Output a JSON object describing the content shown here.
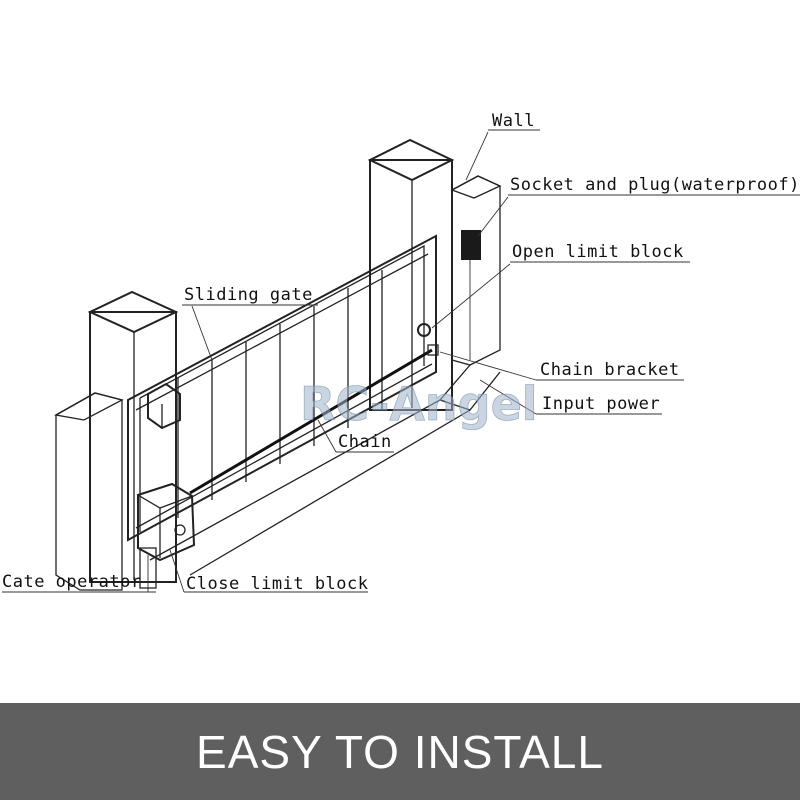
{
  "diagram": {
    "labels": {
      "wall": "Wall",
      "socket": "Socket and plug(waterproof)",
      "open_limit": "Open limit block",
      "sliding_gate": "Sliding gate",
      "chain_bracket": "Chain bracket",
      "input_power": "Input power",
      "chain": "Chain",
      "gate_operator": "Cate operator",
      "close_limit": "Close limit block"
    },
    "watermark": "RC-Angel"
  },
  "banner": {
    "text": "EASY TO INSTALL",
    "background": "#5f5f5f",
    "color": "#ffffff"
  }
}
